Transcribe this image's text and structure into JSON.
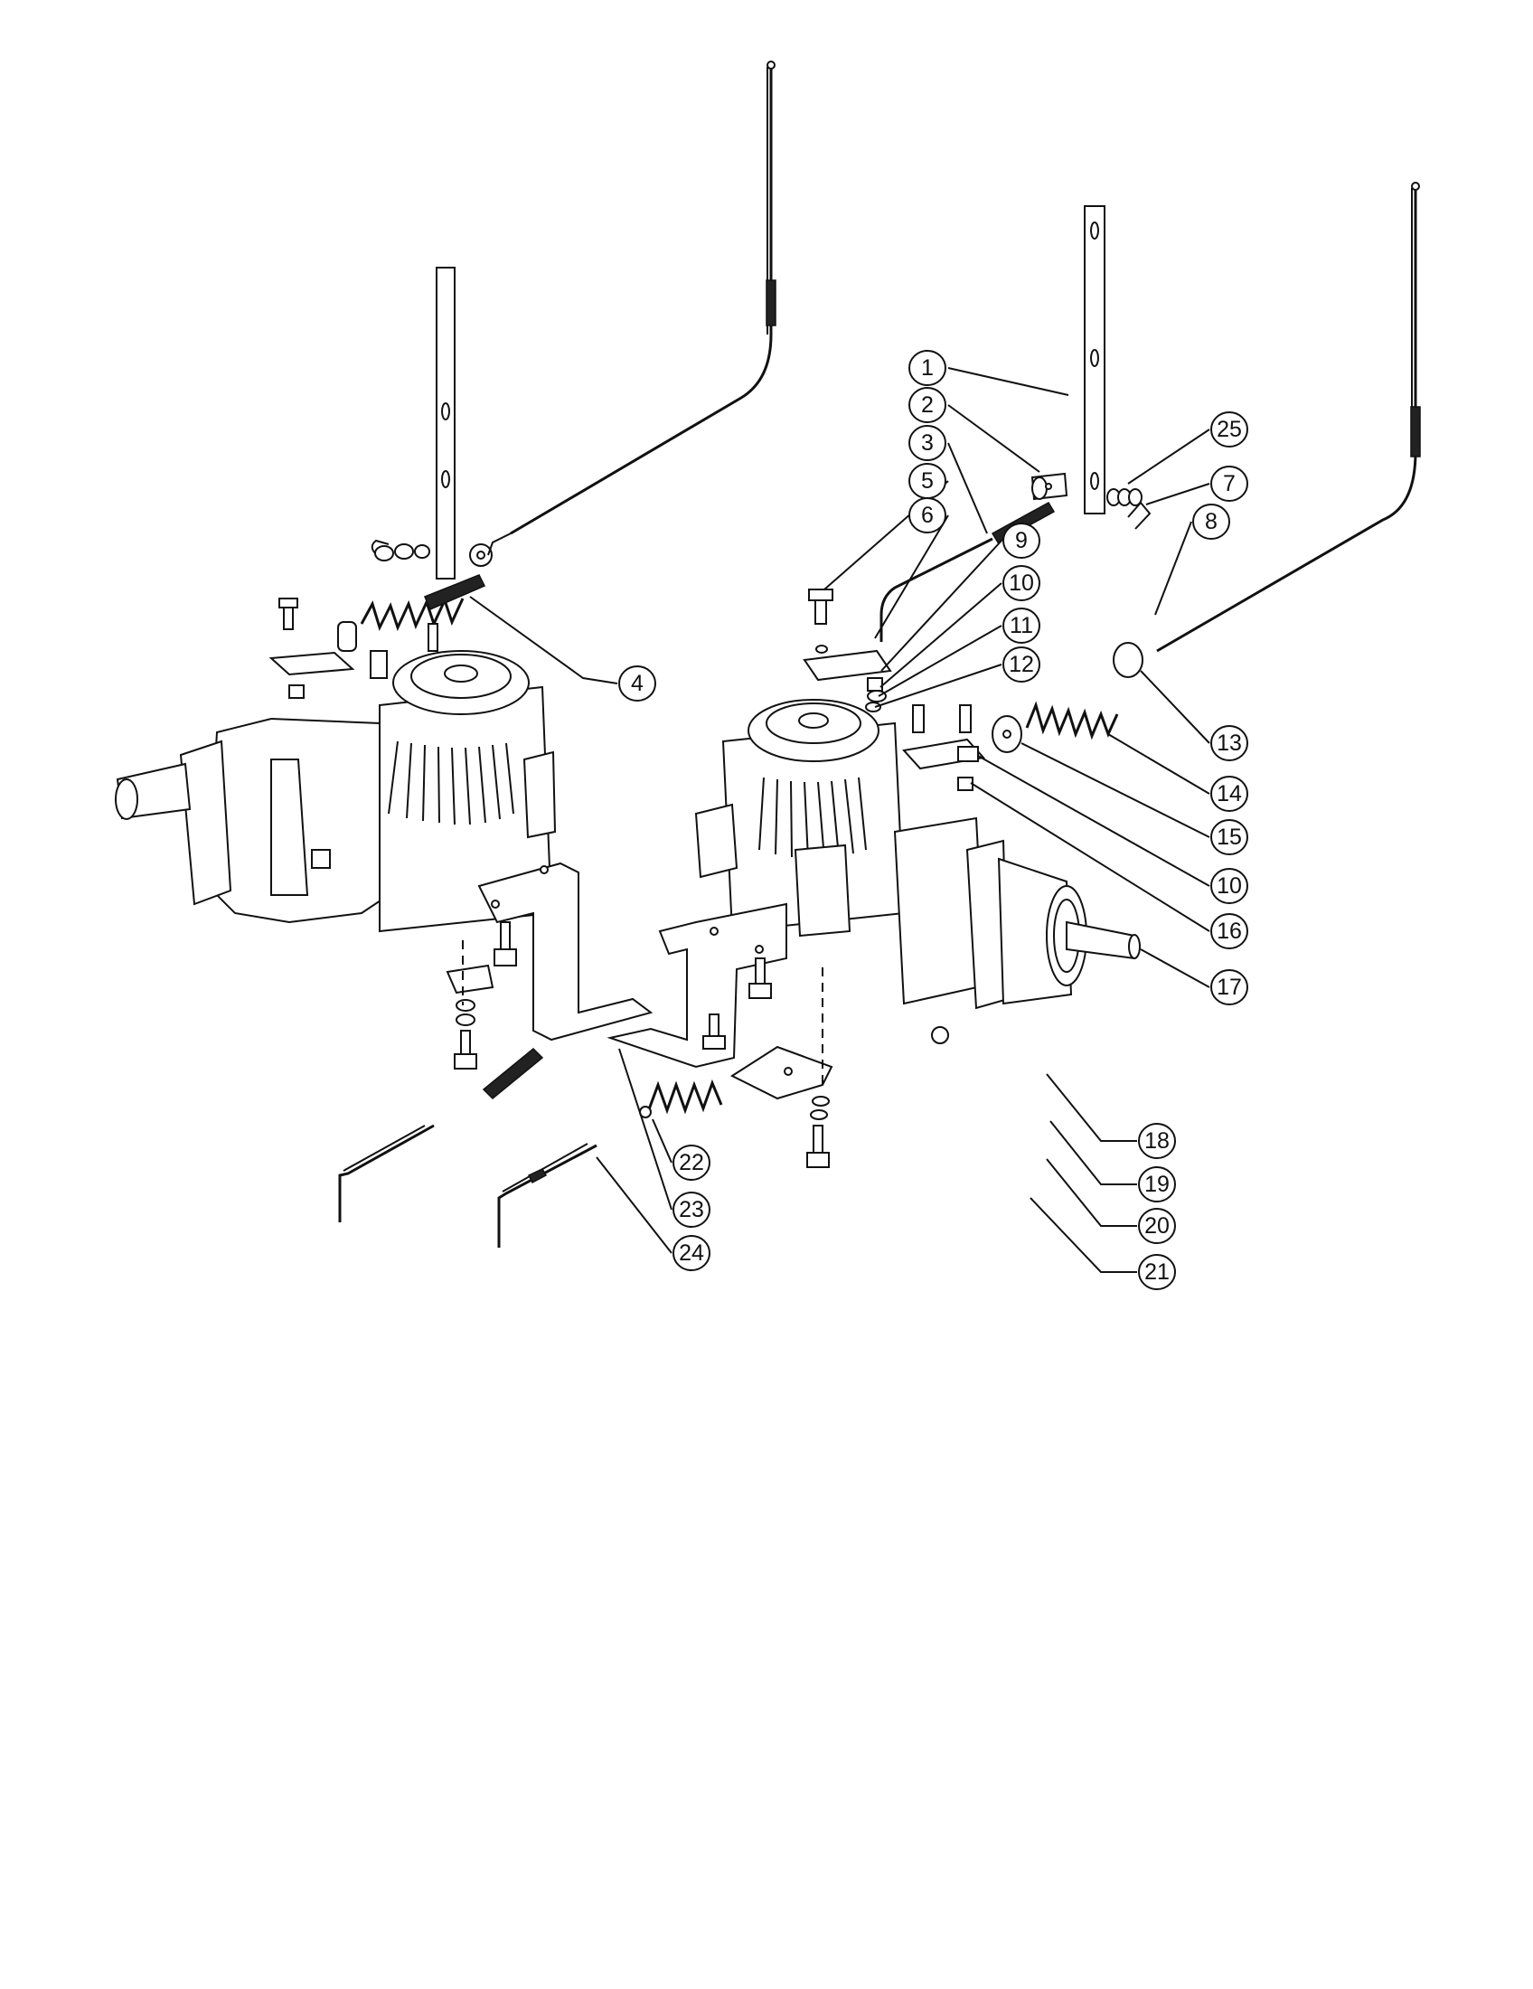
{
  "diagram": {
    "callouts": [
      {
        "id": "c1",
        "label": "1"
      },
      {
        "id": "c2",
        "label": "2"
      },
      {
        "id": "c3",
        "label": "3"
      },
      {
        "id": "c4",
        "label": "4"
      },
      {
        "id": "c5",
        "label": "5"
      },
      {
        "id": "c6",
        "label": "6"
      },
      {
        "id": "c7",
        "label": "7"
      },
      {
        "id": "c8",
        "label": "8"
      },
      {
        "id": "c9",
        "label": "9"
      },
      {
        "id": "c10a",
        "label": "10"
      },
      {
        "id": "c11",
        "label": "11"
      },
      {
        "id": "c12",
        "label": "12"
      },
      {
        "id": "c13",
        "label": "13"
      },
      {
        "id": "c14",
        "label": "14"
      },
      {
        "id": "c15",
        "label": "15"
      },
      {
        "id": "c10b",
        "label": "10"
      },
      {
        "id": "c16",
        "label": "16"
      },
      {
        "id": "c17",
        "label": "17"
      },
      {
        "id": "c18",
        "label": "18"
      },
      {
        "id": "c19",
        "label": "19"
      },
      {
        "id": "c20",
        "label": "20"
      },
      {
        "id": "c21",
        "label": "21"
      },
      {
        "id": "c22",
        "label": "22"
      },
      {
        "id": "c23",
        "label": "23"
      },
      {
        "id": "c24",
        "label": "24"
      },
      {
        "id": "c25",
        "label": "25"
      }
    ]
  }
}
